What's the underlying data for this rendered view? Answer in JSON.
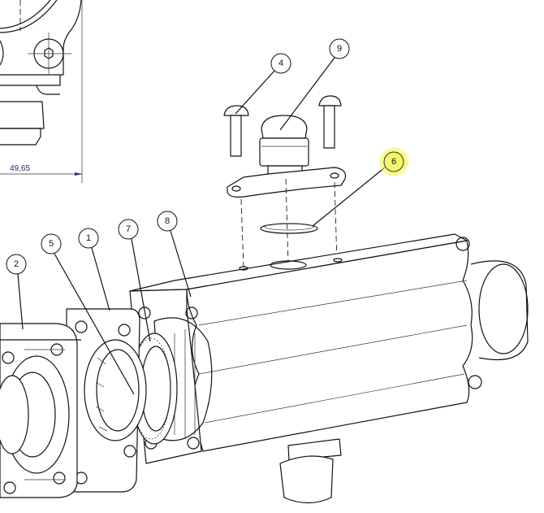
{
  "drawing": {
    "dimension": "49,65",
    "highlight_color": "#f5f542",
    "dimension_color": "#1f2a6b",
    "balloons": [
      {
        "label": "4",
        "highlighted": false
      },
      {
        "label": "9",
        "highlighted": false
      },
      {
        "label": "6",
        "highlighted": true
      },
      {
        "label": "2",
        "highlighted": false
      },
      {
        "label": "5",
        "highlighted": false
      },
      {
        "label": "1",
        "highlighted": false
      },
      {
        "label": "7",
        "highlighted": false
      },
      {
        "label": "8",
        "highlighted": false
      }
    ]
  }
}
